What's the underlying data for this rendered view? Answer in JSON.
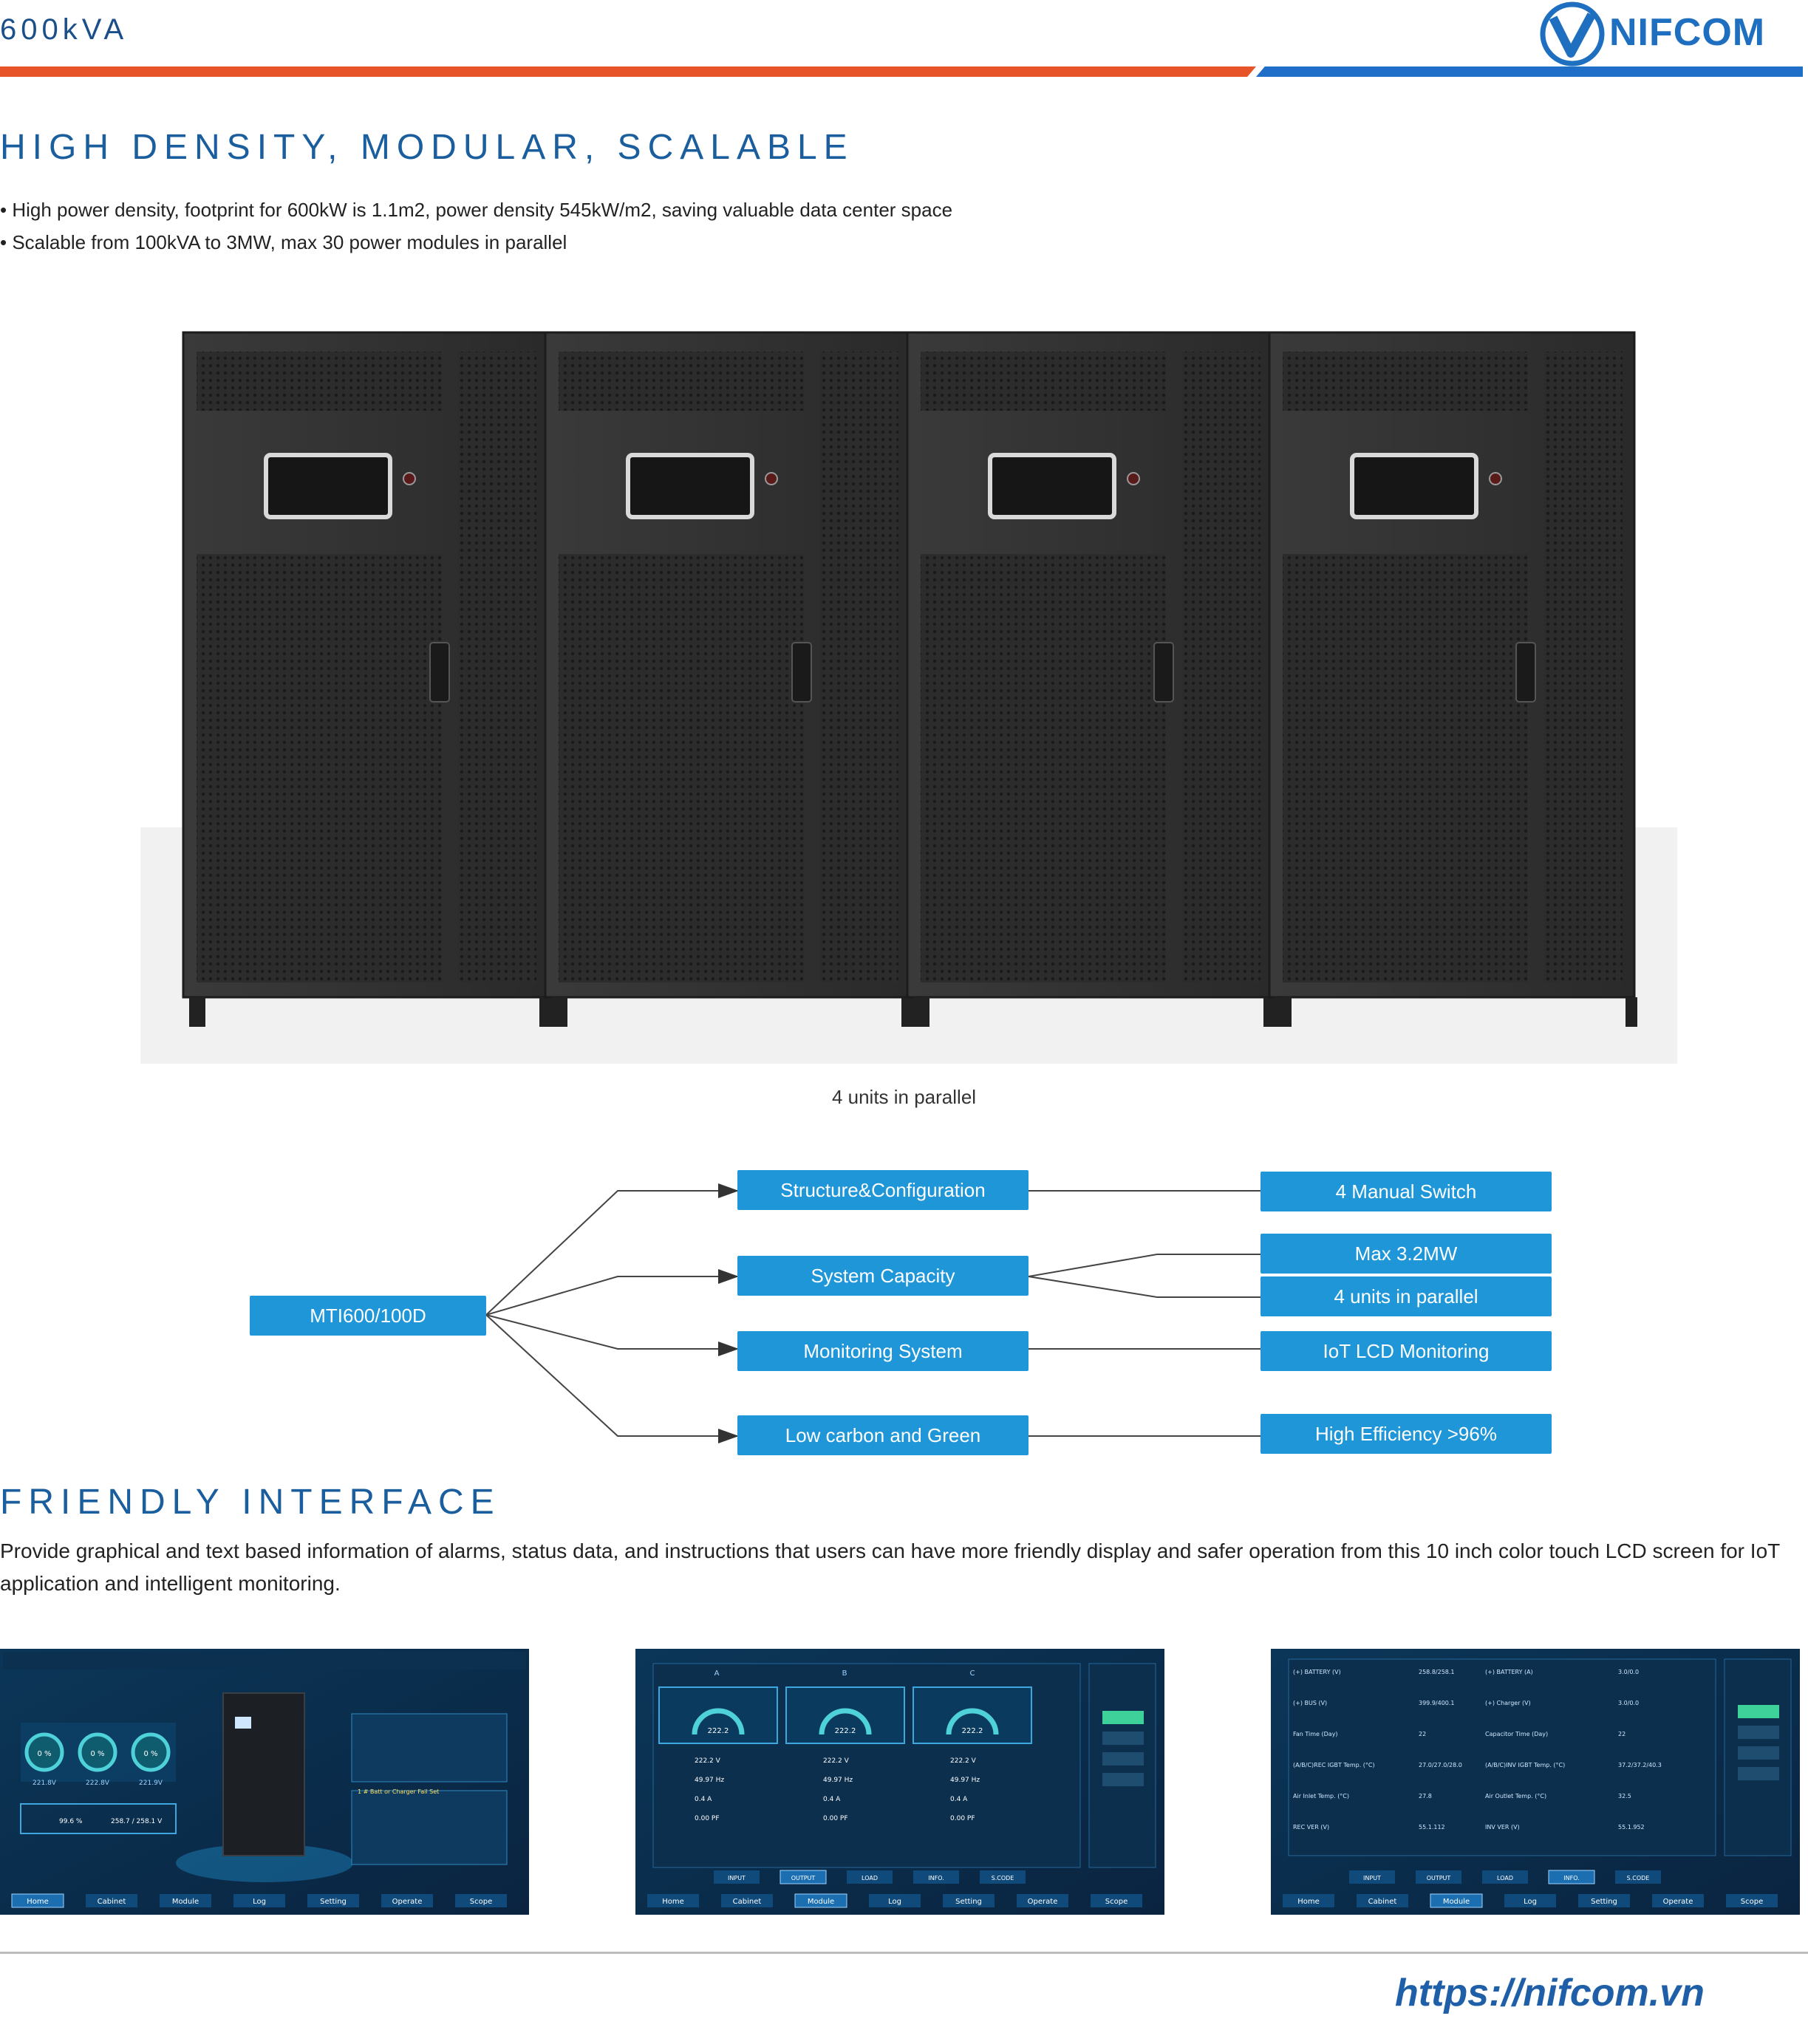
{
  "header": {
    "title": "600kVA",
    "brand": "NIFCOM",
    "logo_letter": "V"
  },
  "colors": {
    "accent_orange": "#e8542a",
    "accent_blue": "#1f6ec8",
    "heading_blue": "#1a5e9e",
    "node_blue": "#1f96d8"
  },
  "section1": {
    "heading": "HIGH DENSITY, MODULAR, SCALABLE",
    "bullets": [
      "High power density, footprint for 600kW is 1.1m2, power density 545kW/m2, saving valuable data center space",
      "Scalable from 100kVA to 3MW, max 30 power modules in parallel"
    ],
    "caption": "4 units in parallel"
  },
  "diagram": {
    "root": "MTI600/100D",
    "branches": [
      "Structure&Configuration",
      "System Capacity",
      "Monitoring System",
      "Low carbon and Green"
    ],
    "features": [
      "4 Manual Switch",
      "Max 3.2MW",
      "4 units in parallel",
      "IoT LCD Monitoring",
      "High Efficiency >96%"
    ]
  },
  "section2": {
    "heading": "FRIENDLY INTERFACE",
    "paragraph": "Provide graphical and text based information of alarms, status data, and instructions that users can have more friendly display and safer operation from this 10 inch color touch LCD screen for IoT application and intelligent monitoring."
  },
  "screens": {
    "nav": [
      "Home",
      "Cabinet",
      "Module",
      "Log",
      "Setting",
      "Operate",
      "Scope"
    ],
    "screen1": {
      "phase_pct": [
        "0 %",
        "0 %",
        "0 %"
      ],
      "phase_volt": [
        "221.8V",
        "222.8V",
        "221.9V"
      ],
      "battery_pct": "99.6 %",
      "battery_volt": "258.7 / 258.1 V",
      "alarm": "1 # Batt or Charger Fail Set",
      "active": "Home"
    },
    "screen2": {
      "phases": [
        "A",
        "B",
        "C"
      ],
      "gauge": "222.2",
      "rows": [
        "222.2  V",
        "49.97  Hz",
        "0.4  A",
        "0.00  PF"
      ],
      "tabs": [
        "INPUT",
        "OUTPUT",
        "LOAD",
        "INFO.",
        "S.CODE"
      ],
      "active_tab": "OUTPUT",
      "active": "Module"
    },
    "screen3": {
      "rows": [
        [
          "(+) BATTERY (V)",
          "258.8/258.1",
          "(+) BATTERY (A)",
          "3.0/0.0"
        ],
        [
          "(+) BUS (V)",
          "399.9/400.1",
          "(+) Charger (V)",
          "3.0/0.0"
        ],
        [
          "Fan Time (Day)",
          "22",
          "Capacitor Time (Day)",
          "22"
        ],
        [
          "(A/B/C)REC IGBT Temp. (°C)",
          "27.0/27.0/28.0",
          "(A/B/C)INV IGBT Temp. (°C)",
          "37.2/37.2/40.3"
        ],
        [
          "Air Inlet Temp. (°C)",
          "27.8",
          "Air Outlet Temp. (°C)",
          "32.5"
        ],
        [
          "REC VER (V)",
          "55.1.112",
          "INV VER (V)",
          "55.1.952"
        ]
      ],
      "tabs": [
        "INPUT",
        "OUTPUT",
        "LOAD",
        "INFO.",
        "S.CODE"
      ],
      "active_tab": "INFO.",
      "active": "Module"
    }
  },
  "footer": {
    "url": "https://nifcom.vn"
  }
}
